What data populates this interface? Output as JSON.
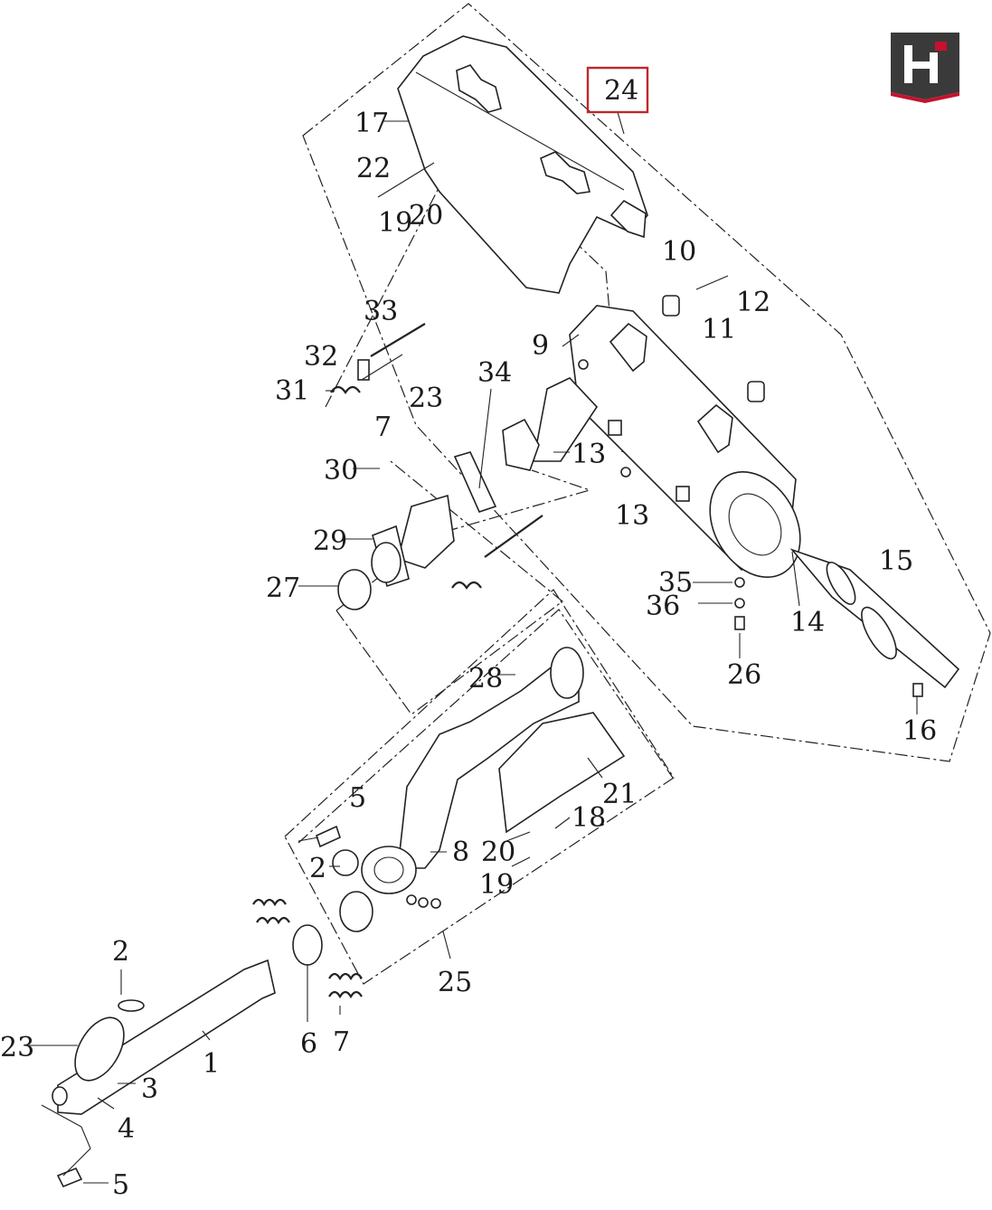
{
  "brand": {
    "logo_letter": "H",
    "colors": {
      "logo_bg": "#3a3a3a",
      "logo_accent": "#c8102e",
      "highlight_box": "#c0272d"
    }
  },
  "callouts": {
    "c24": "24",
    "c17": "17",
    "c22": "22",
    "c19a": "19",
    "c20a": "20",
    "c10": "10",
    "c12": "12",
    "c11": "11",
    "c9": "9",
    "c33": "33",
    "c32": "32",
    "c31": "31",
    "c34": "34",
    "c23a": "23",
    "c7a": "7",
    "c13a": "13",
    "c30": "30",
    "c13b": "13",
    "c29": "29",
    "c15": "15",
    "c27": "27",
    "c35": "35",
    "c36": "36",
    "c14": "14",
    "c26": "26",
    "c28": "28",
    "c16": "16",
    "c5a": "5",
    "c21": "21",
    "c18": "18",
    "c8": "8",
    "c2a": "2",
    "c20b": "20",
    "c19b": "19",
    "c25": "25",
    "c2b": "2",
    "c23b": "23",
    "c3": "3",
    "c1": "1",
    "c6": "6",
    "c7b": "7",
    "c4": "4",
    "c5b": "5"
  }
}
